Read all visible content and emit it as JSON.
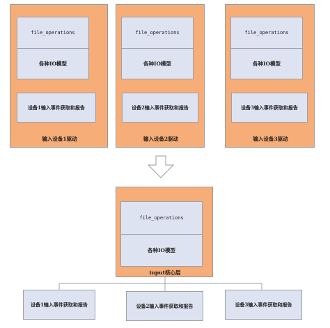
{
  "drivers": [
    {
      "file_operations": "file_operations",
      "io_model": "各种IO模型",
      "event": "设备1输入事件获取和报告",
      "caption": "输入设备1驱动"
    },
    {
      "file_operations": "file_operations",
      "io_model": "各种IO模型",
      "event": "设备2输入事件获取和报告",
      "caption": "输入设备2驱动"
    },
    {
      "file_operations": "file_operations",
      "io_model": "各种IO模型",
      "event": "设备3输入事件获取和报告",
      "caption": "输入设备3驱动"
    }
  ],
  "core": {
    "file_operations": "file_operations",
    "io_model": "各种IO模型",
    "caption": "input核心层"
  },
  "events": [
    "设备1输入事件获取和报告",
    "设备2输入事件获取和报告",
    "设备3输入事件获取和报告"
  ],
  "colors": {
    "orange": "#f6ad77",
    "panel": "#dde3f1",
    "border": "#9aa0ad"
  }
}
